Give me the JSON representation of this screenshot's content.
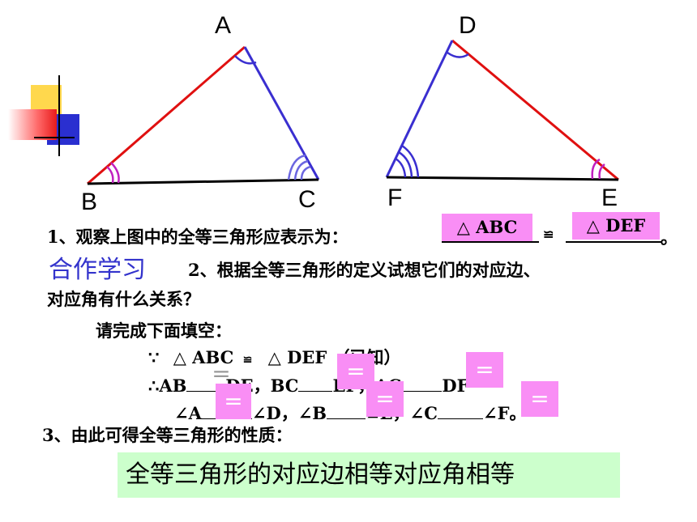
{
  "vertices": {
    "A": "A",
    "B": "B",
    "C": "C",
    "D": "D",
    "E": "E",
    "F": "F"
  },
  "q1": {
    "text": "1、观察上图中的全等三角形应表示为：",
    "ans1": "△ ABC",
    "cong": "≌",
    "ans2": "△ DEF",
    "end": "。"
  },
  "q2": {
    "title": "合作学习",
    "line1": "2、根据全等三角形的定义试想它们的对应边、",
    "line2": "对应角有什么关系？"
  },
  "fill": {
    "prompt": "请完成下面填空：",
    "given_because": "∵",
    "given_tri1": "△ ABC",
    "given_cong": "≌",
    "given_tri2": "△ DEF",
    "given_note": "（已知）",
    "therefore": "∴AB",
    "seg_de": "DE，BC",
    "seg_ef": "EF，AC",
    "seg_df": "DF",
    "ang_a": "∠A",
    "ang_d": "∠D，∠B",
    "ang_e": "∠E，∠C",
    "ang_f": "∠F。",
    "eq": "="
  },
  "q3": {
    "text": "3、由此可得全等三角形的性质："
  },
  "conclusion": "全等三角形的对应边相等对应角相等",
  "colors": {
    "red_side": "#e01010",
    "blue_side": "#3a2fd0",
    "pink_fill": "#f98ef5",
    "green_box": "#ccffcc",
    "coop_text": "#3333cc"
  }
}
